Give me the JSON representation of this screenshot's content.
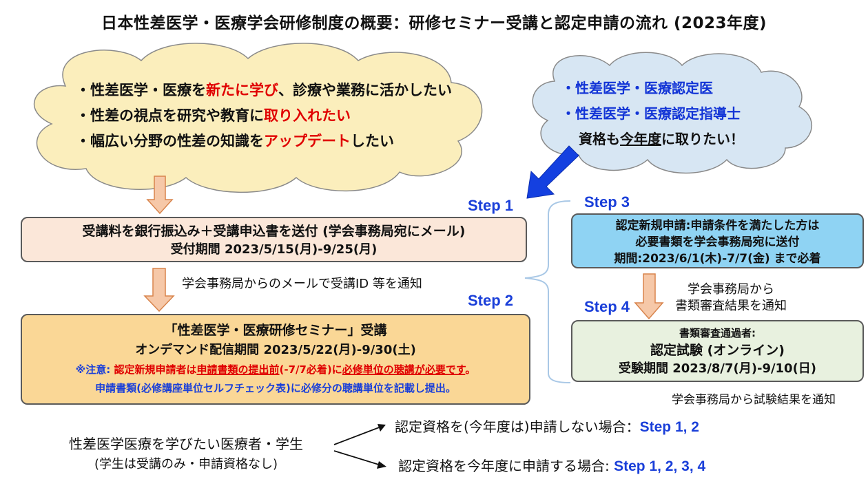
{
  "title": "日本性差医学・医療学会研修制度の概要：研修セミナー受講と認定申請の流れ (2023年度)",
  "colors": {
    "red": "#e00000",
    "blue": "#1a3fd9",
    "cloud_left_fill": "#fbeebc",
    "cloud_right_fill": "#d7e6f3",
    "step1_fill": "#fbe7d9",
    "step2_fill": "#fad796",
    "step3_fill": "#8fd3f3",
    "step4_fill": "#e8f1df",
    "arrow_fill": "#f6c8a8",
    "arrow_stroke": "#d8844c"
  },
  "cloud_left": {
    "line1": {
      "a": "・性差医学・医療を",
      "b": "新たに学び",
      "c": "、診療や業務に活かしたい"
    },
    "line2": {
      "a": "・性差の視点を研究や教育に",
      "b": "取り入れたい"
    },
    "line3": {
      "a": "・幅広い分野の性差の知識を",
      "b": "アップデート",
      "c": "したい"
    }
  },
  "cloud_right": {
    "line1": "・性差医学・医療認定医",
    "line2": "・性差医学・医療認定指導士",
    "line3": {
      "a": "資格も",
      "b": "今年度",
      "c": "に取りたい！"
    }
  },
  "steps": {
    "step1": "Step 1",
    "step2": "Step 2",
    "step3": "Step 3",
    "step4": "Step 4"
  },
  "box1": {
    "line1": "受講料を銀行振込み＋受講申込書を送付 (学会事務局宛にメール)",
    "line2": "受付期間 2023/5/15(月)-9/25(月)"
  },
  "notify1": "学会事務局からのメールで受講ID 等を通知",
  "box2": {
    "line1": "「性差医学・医療研修セミナー」受講",
    "line2": "オンデマンド配信期間 2023/5/22(月)-9/30(土)",
    "note_label": "※注意:",
    "note_a": "認定新規申請者は",
    "note_b": "申請書類の提出前",
    "note_c": "(-7/7必着)に",
    "note_d": "必修単位の聴講",
    "note_e": "が必要です",
    "note_f": "。",
    "line4": "申請書類(必修講座単位セルフチェック表)に必修分の聴講単位を記載し提出。"
  },
  "box3": {
    "line1": "認定新規申請:申請条件を満たした方は",
    "line2": "必要書類を学会事務局宛に送付",
    "line3": "期間:2023/6/1(木)-7/7(金) まで必着"
  },
  "notify3": {
    "line1": "学会事務局から",
    "line2": "書類審査結果を通知"
  },
  "box4": {
    "line1": "書類審査通過者:",
    "line2": "認定試験 (オンライン)",
    "line3": "受験期間 2023/8/7(月)-9/10(日)"
  },
  "notify4": "学会事務局から試験結果を通知",
  "bottom": {
    "who_line1": "性差医学医療を学びたい医療者・学生",
    "who_line2": "(学生は受講のみ・申請資格なし)",
    "branch1_text": "認定資格を(今年度は)申請しない場合：",
    "branch1_steps": "Step 1, 2",
    "branch2_text": "認定資格を今年度に申請する場合: ",
    "branch2_steps": "Step 1, 2, 3, 4"
  }
}
